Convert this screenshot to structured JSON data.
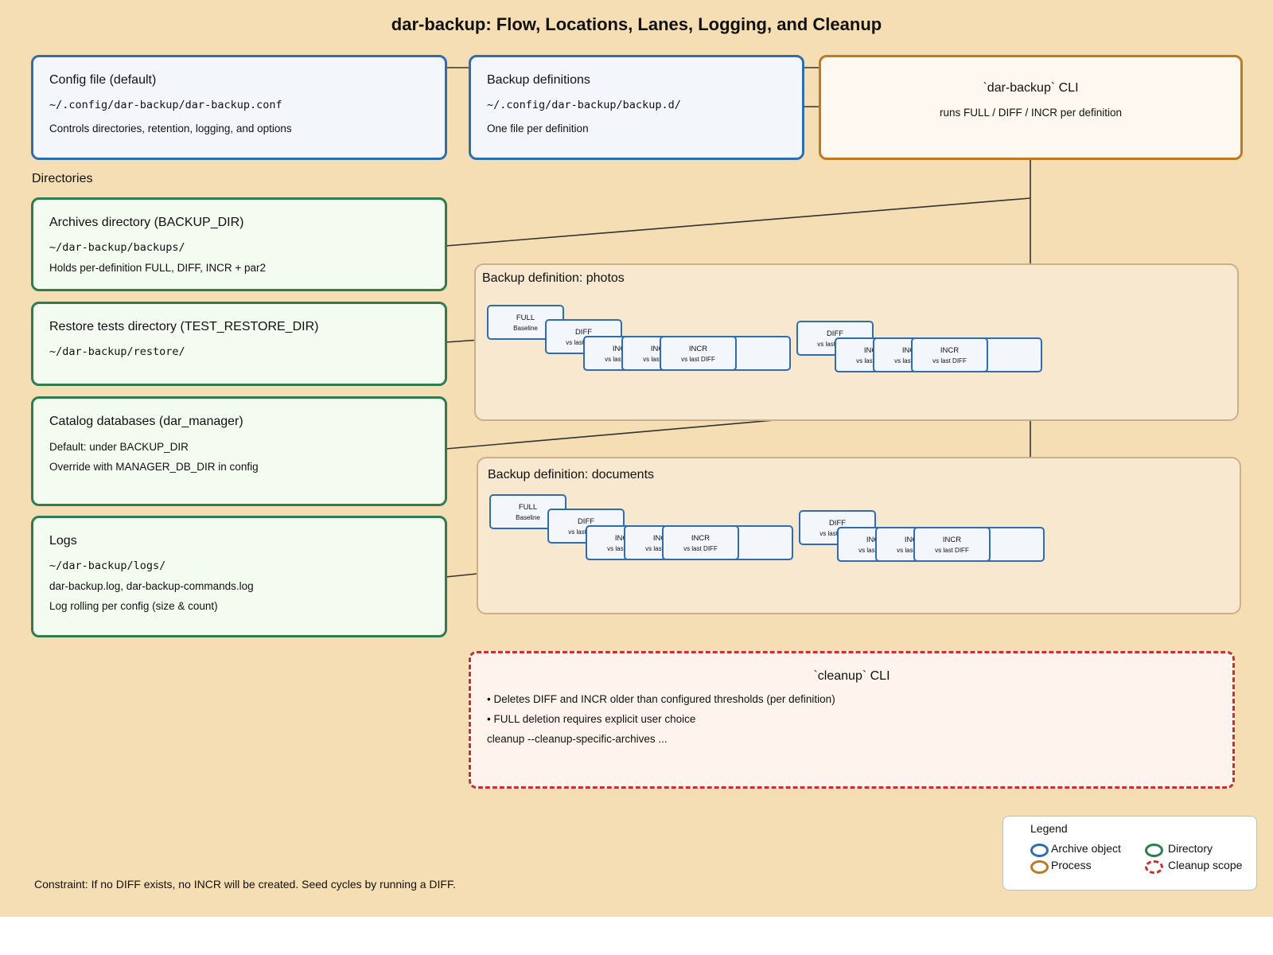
{
  "title": "dar-backup: Flow, Locations, Lanes, Logging, and Cleanup",
  "colors": {
    "background": "#f5deb3",
    "archive": "#2f6db3",
    "directory": "#2e7d4f",
    "process": "#c07a1c",
    "cleanup": "#cc2f2f"
  },
  "config": {
    "title": "Config file (default)",
    "path": "~/.config/dar-backup/dar-backup.conf",
    "desc": "Controls directories, retention, logging, and options"
  },
  "definitions": {
    "title": "Backup definitions",
    "path": "~/.config/dar-backup/backup.d/",
    "desc": "One file per definition"
  },
  "cli": {
    "title": "`dar-backup` CLI",
    "desc": "runs FULL / DIFF / INCR per definition"
  },
  "directories_label": "Directories",
  "archives": {
    "title": "Archives directory (BACKUP_DIR)",
    "path": "~/dar-backup/backups/",
    "desc": "Holds per-definition FULL, DIFF, INCR + par2"
  },
  "restore": {
    "title": "Restore tests directory (TEST_RESTORE_DIR)",
    "path": "~/dar-backup/restore/"
  },
  "catalog": {
    "title": "Catalog databases (dar_manager)",
    "line1": "Default: under BACKUP_DIR",
    "line2": "Override with MANAGER_DB_DIR in config"
  },
  "logs": {
    "title": "Logs",
    "path": "~/dar-backup/logs/",
    "line1": "dar-backup.log, dar-backup-commands.log",
    "line2": "Log rolling per config (size & count)"
  },
  "lanes": [
    {
      "title": "Backup definition: photos"
    },
    {
      "title": "Backup definition: documents"
    }
  ],
  "archive_labels": {
    "full": "FULL",
    "full_sub": "Baseline",
    "diff": "DIFF",
    "diff_sub": "vs last FULL",
    "incr": "INCR",
    "incr_sub": "vs last DIFF"
  },
  "cleanup": {
    "title": "`cleanup` CLI",
    "bullet1": "• Deletes DIFF and INCR older than configured thresholds (per definition)",
    "bullet2": "• FULL deletion requires explicit user choice",
    "command": "cleanup --cleanup-specific-archives ..."
  },
  "legend": {
    "title": "Legend",
    "archive": "Archive object",
    "directory": "Directory",
    "process": "Process",
    "cleanup": "Cleanup scope"
  },
  "constraint": "Constraint: If no DIFF exists, no INCR will be created. Seed cycles by running a DIFF."
}
